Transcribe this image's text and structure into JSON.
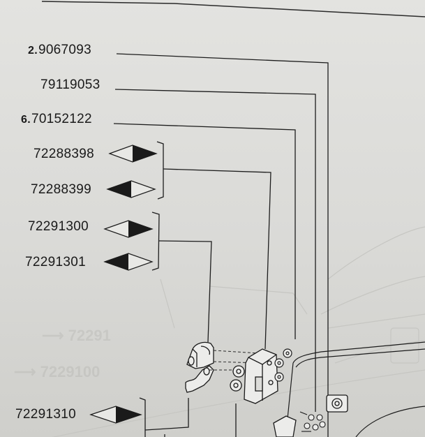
{
  "parts": [
    {
      "id": "p1",
      "prefix": "2.",
      "number": "9067093"
    },
    {
      "id": "p2",
      "prefix": "",
      "number": "79119053"
    },
    {
      "id": "p3",
      "prefix": "6.",
      "number": "70152122"
    },
    {
      "id": "p4",
      "prefix": "",
      "number": "72288398",
      "arrow": "right-filled"
    },
    {
      "id": "p5",
      "prefix": "",
      "number": "72288399",
      "arrow": "left-filled"
    },
    {
      "id": "p6",
      "prefix": "",
      "number": "72291300",
      "arrow": "right-filled"
    },
    {
      "id": "p7",
      "prefix": "",
      "number": "72291301",
      "arrow": "left-filled"
    },
    {
      "id": "p8",
      "prefix": "",
      "number": "72291310",
      "arrow": "right-filled"
    }
  ],
  "colors": {
    "ink": "#1a1a1a",
    "paper": "#dededb",
    "faint": "#c4c4c0"
  },
  "icons": {
    "arrow_right_filled": "diamond-arrow-right-filled-icon",
    "arrow_left_filled": "diamond-arrow-left-filled-icon"
  }
}
